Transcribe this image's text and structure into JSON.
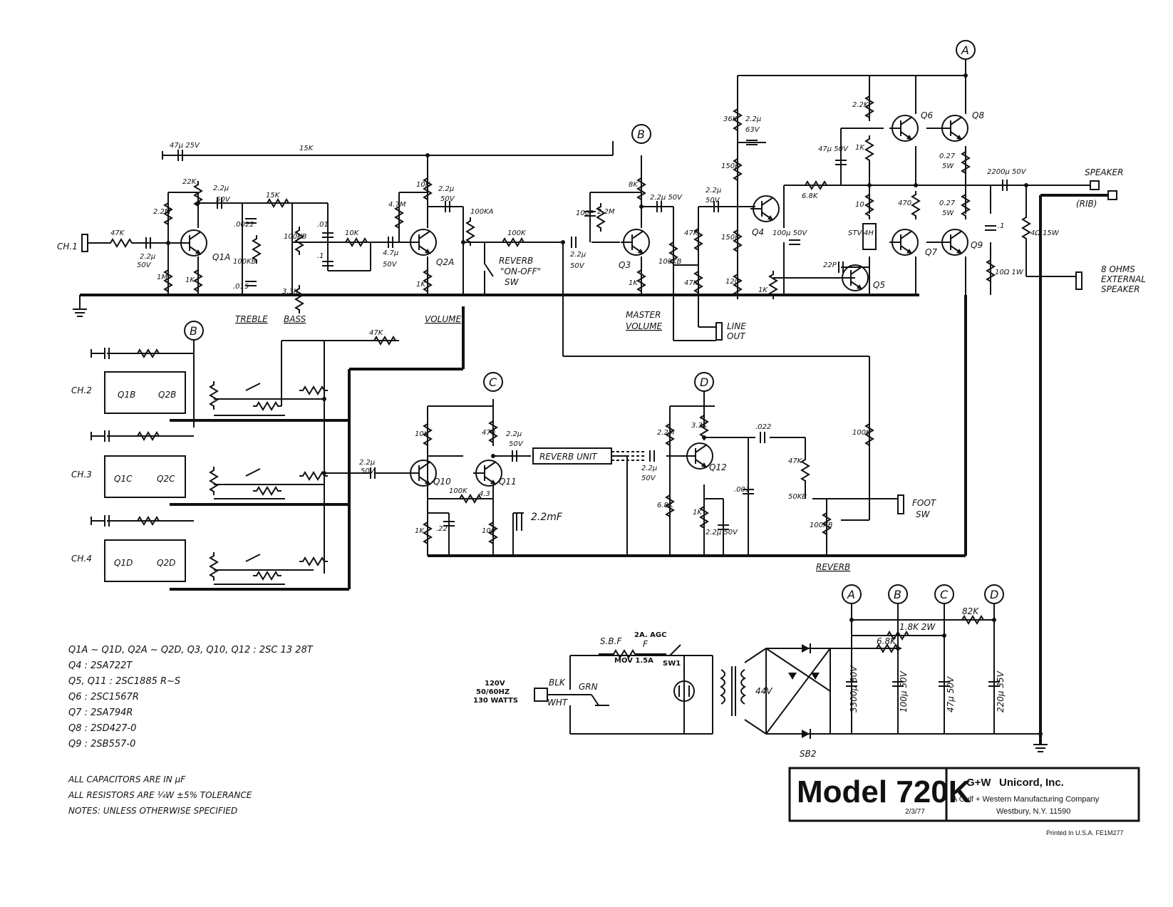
{
  "nodes": {
    "A": "A",
    "B": "B",
    "C": "C",
    "D": "D"
  },
  "channels": {
    "ch1": "CH.1",
    "ch2": "CH.2",
    "ch3": "CH.3",
    "ch4": "CH.4"
  },
  "modules": {
    "ch2": {
      "a": "Q1B",
      "b": "Q2B"
    },
    "ch3": {
      "a": "Q1C",
      "b": "Q2C"
    },
    "ch4": {
      "a": "Q1D",
      "b": "Q2D"
    }
  },
  "transistors": {
    "q1a": "Q1A",
    "q2a": "Q2A",
    "q3": "Q3",
    "q4": "Q4",
    "q5": "Q5",
    "q6": "Q6",
    "q7": "Q7",
    "q8": "Q8",
    "q9": "Q9",
    "q10": "Q10",
    "q11": "Q11",
    "q12": "Q12"
  },
  "values": {
    "c_47u25": "47µ 25V",
    "r_15k_top": "15K",
    "r_47k_in": "47K",
    "c_22u50_a": "2.2µ",
    "c_22u50_a2": "50V",
    "r_22m_a": "2.2M",
    "r_1m_a": "1M",
    "r_22k_a": "22K",
    "r_1k_a": "1K",
    "c_22u50_b": "2.2µ",
    "c_22u50_b2": "50V",
    "c_0022": ".0022",
    "r_15k_tone": "15K",
    "c_01": ".01",
    "r_100kb_t": "100KB",
    "r_100kb_b": "100KB",
    "c_015": ".015",
    "r_33k": "3.3K",
    "c_1": ".1",
    "r_10k_tone": "10K",
    "c_47u50": "4.7µ",
    "c_47u50_2": "50V",
    "r_47m": "4.7M",
    "r_10k_q2": "10K",
    "r_1k_q2": "1K",
    "c_22u50_c": "2.2µ",
    "c_22u50_c2": "50V",
    "r_100ka": "100KA",
    "r_100k_mix": "100K",
    "c_22u50_d": "2.2µ",
    "c_22u50_d2": "50V",
    "c_100p": "100P",
    "r_22m_b": "2.2M",
    "r_8k": "8K",
    "r_1k_q3": "1K",
    "c_22u50_e": "2.2µ 50V",
    "r_100kb_mv": "100KB",
    "c_22u50_f": "2.2µ",
    "c_22u50_f2": "50V",
    "r_47k_q4": "47K",
    "r_47k_q4b": "47K",
    "r_36k": "36K",
    "c_22u63": "2.2µ",
    "c_22u63b": "63V",
    "r_150k_a": "150K",
    "r_150k_b": "150K",
    "r_120": "120",
    "r_1k_q4": "1K",
    "c_100u50": "100µ 50V",
    "r_68k": "6.8K",
    "c_47u50b": "47µ 50V",
    "r_22k_b": "2.2K",
    "r_1k_b": "1K",
    "r_10": "10",
    "r_stv": "STV-4H",
    "r_470": "470",
    "c_22p": "22P",
    "r_027a": "0.27",
    "r_027a2": "5W",
    "r_027b": "0.27",
    "r_027b2": "5W",
    "c_2200": "2200µ 50V",
    "c_01b": ".1",
    "r_10_1w": "10Ω 1W",
    "r_4_15w": "4Ω 15W",
    "r_47k_mix": "47K",
    "r_10k_q10": "10K",
    "r_470_q11": "470",
    "c_22u50_g": "2.2µ",
    "c_22u50_g2": "50V",
    "c_22u50_h": "2.2µ",
    "c_22u50_h2": "50V",
    "r_1k_q10": "1K",
    "c_22": ".22",
    "r_100k_fb": "100K",
    "r_100": "100",
    "c_22mf": "2.2mF",
    "val_43": "4.3",
    "c_22u50_i": "2.2µ",
    "c_22u50_i2": "50V",
    "r_22m_q12": "2.2M",
    "r_33k_q12": "3.3K",
    "r_68k_q12": "6.8K",
    "r_1k_q12": "1K",
    "c_22u50_j": "2.2µ 50V",
    "c_001": ".001",
    "c_022": ".022",
    "r_47k_rv": "47K",
    "r_50kb": "50KB",
    "r_100k_rv": "100K",
    "r_100kb_rv": "100KB"
  },
  "labels": {
    "treble": "TREBLE",
    "bass": "BASS",
    "volume": "VOLUME",
    "master1": "MASTER",
    "master2": "VOLUME",
    "reverb_sw1": "REVERB",
    "reverb_sw2": "\"ON-OFF\"",
    "reverb_sw3": "SW",
    "line1": "LINE",
    "line2": "OUT",
    "speaker": "SPEAKER",
    "rib": "(RIB)",
    "ext1": "8 OHMS",
    "ext2": "EXTERNAL",
    "ext3": "SPEAKER",
    "reverb_unit": "REVERB UNIT",
    "foot1": "FOOT",
    "foot2": "SW",
    "reverb_ctl": "REVERB"
  },
  "power": {
    "mains1": "120V",
    "mains2": "50/60HZ",
    "mains3": "130 WATTS",
    "blk": "BLK",
    "wht": "WHT",
    "grn": "GRN",
    "sbf": "S.B.F",
    "mov": "MOV 1.5A",
    "fuse": "2A. AGC",
    "fuse_f": "F",
    "sw1": "SW1",
    "v44": "44V",
    "r_18k_2w": "1.8K 2W",
    "r_82k": "82K",
    "r_68k": "6.8K",
    "c_3300": "3300µ 80V",
    "c_100": "100µ 50V",
    "c_47": "47µ 50V",
    "c_220": "220µ 35V",
    "sb2": "SB2"
  },
  "notes": {
    "parts": [
      "Q1A ~ Q1D, Q2A ~ Q2D, Q3, Q10, Q12 : 2SC 13 28T",
      "Q4 : 2SA722T",
      "Q5, Q11 : 2SC1885 R~S",
      "Q6 : 2SC1567R",
      "Q7 : 2SA794R",
      "Q8 : 2SD427-0",
      "Q9 : 2SB557-0"
    ],
    "general": [
      "ALL CAPACITORS ARE IN µF",
      "ALL RESISTORS ARE ¼W ±5% TOLERANCE",
      "NOTES: UNLESS OTHERWISE SPECIFIED"
    ]
  },
  "title_block": {
    "model": "Model 720K",
    "date": "2/3/77",
    "company": "Unicord, Inc.",
    "logo": "G+W",
    "subtitle": "A Gulf + Western Manufacturing Company",
    "address": "Westbury, N.Y. 11590",
    "printed": "Printed In U.S.A. FE1M277"
  }
}
